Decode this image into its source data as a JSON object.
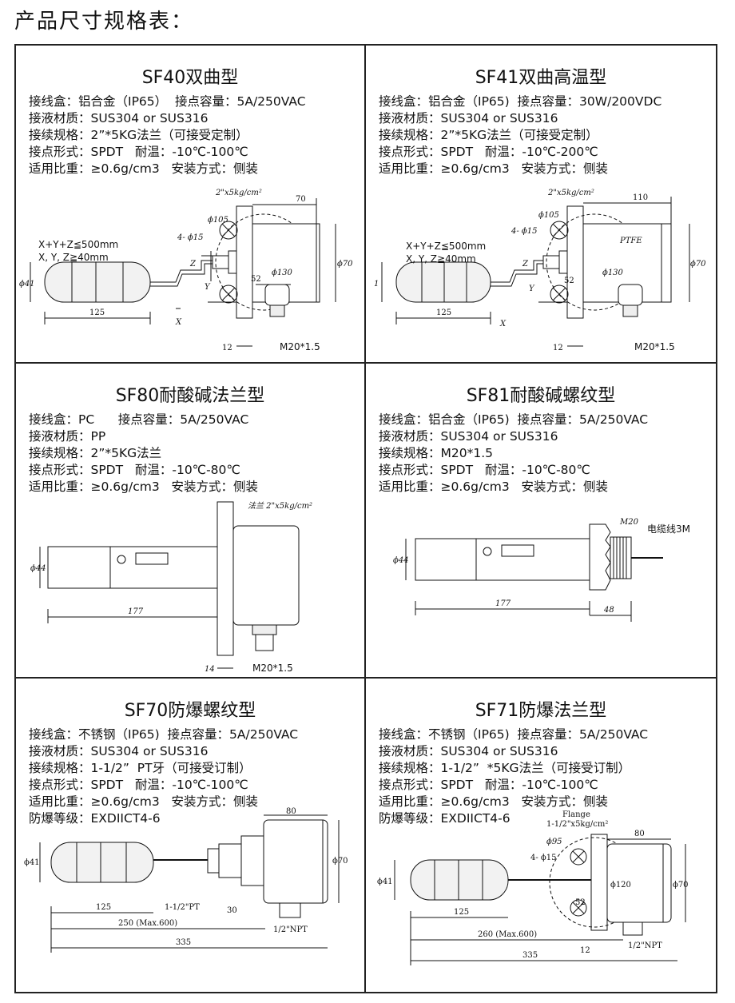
{
  "page_title": "产品尺寸规格表：",
  "cells": [
    {
      "title": "SF40双曲型",
      "specs": [
        "接线盒：铝合金（IP65）  接点容量：5A/250VAC",
        "接液材质：SUS304 or SUS316",
        "接续规格：2”*5KG法兰（可接受定制）",
        "接点形式：SPDT   耐温：-10℃-100℃",
        "适用比重：≥0.6g/cm3   安装方式：侧装"
      ],
      "labels": {
        "flange": "2\"x5kg/cm²",
        "d105": "ϕ105",
        "d15": "4- ϕ15",
        "d130": "ϕ130",
        "d70": "ϕ70",
        "d41": "ϕ41",
        "len70": "70",
        "len52": "52",
        "len125": "125",
        "len12": "12",
        "thread": "M20*1.5",
        "z": "Z",
        "y": "Y",
        "x": "X",
        "xyz1": "X+Y+Z≦500mm",
        "xyz2": "X, Y, Z≧40mm"
      }
    },
    {
      "title": "SF41双曲高温型",
      "specs": [
        "接线盒：铝合金（IP65)  接点容量：30W/200VDC",
        "接液材质：SUS304 or SUS316",
        "接续规格：2”*5KG法兰（可接受定制）",
        "接点形式：SPDT   耐温：-10℃-200℃",
        "适用比重：≥0.6g/cm3   安装方式：侧装"
      ],
      "labels": {
        "flange": "2\"x5kg/cm²",
        "d105": "ϕ105",
        "d15": "4- ϕ15",
        "d130": "ϕ130",
        "d70": "ϕ70",
        "d1": "1",
        "len110": "110",
        "ptfe": "PTFE",
        "len52": "52",
        "len125": "125",
        "len12": "12",
        "thread": "M20*1.5",
        "z": "Z",
        "y": "Y",
        "x": "X",
        "xyz1": "X+Y+Z≦500mm",
        "xyz2": "X, Y, Z≧40mm"
      }
    },
    {
      "title": "SF80耐酸碱法兰型",
      "specs": [
        "接线盒：PC      接点容量：5A/250VAC",
        "接液材质：PP",
        "接续规格：2”*5KG法兰",
        "接点形式：SPDT   耐温：-10℃-80℃",
        "适用比重：≥0.6g/cm3   安装方式：侧装"
      ],
      "labels": {
        "flange": "法兰 2\"x5kg/cm²",
        "d44": "ϕ44",
        "len177": "177",
        "len14": "14",
        "thread": "M20*1.5"
      }
    },
    {
      "title": "SF81耐酸碱螺纹型",
      "specs": [
        "接线盒：铝合金（IP65)  接点容量：5A/250VAC",
        "接液材质：SUS304 or SUS316",
        "接续规格：M20*1.5",
        "接点形式：SPDT   耐温：-10℃-80℃",
        "适用比重：≥0.6g/cm3   安装方式：侧装"
      ],
      "labels": {
        "m20": "M20",
        "cable": "电缆线3M",
        "d44": "ϕ44",
        "len177": "177",
        "len48": "48"
      }
    },
    {
      "title": "SF70防爆螺纹型",
      "specs": [
        "接线盒：不锈钢（IP65)  接点容量：5A/250VAC",
        "接液材质：SUS304 or SUS316",
        "接续规格：1-1/2”  PT牙（可接受订制）",
        "接点形式：SPDT   耐温：-10℃-100℃",
        "适用比重：≥0.6g/cm3   安装方式：侧装",
        "防爆等级：EXDIICT4-6"
      ],
      "labels": {
        "d41": "ϕ41",
        "d70": "ϕ70",
        "len80": "80",
        "len125": "125",
        "pt": "1-1/2\"PT",
        "len30": "30",
        "len250": "250 (Max.600)",
        "npt": "1/2\"NPT",
        "len335": "335"
      }
    },
    {
      "title": "SF71防爆法兰型",
      "specs": [
        "接线盒：不锈钢（IP65)  接点容量：5A/250VAC",
        "接液材质：SUS304 or SUS316",
        "接续规格：1-1/2”  *5KG法兰（可接受订制）",
        "接点形式：SPDT   耐温：-10℃-100℃",
        "适用比重：≥0.6g/cm3   安装方式：侧装",
        "防爆等级：EXDIICT4-6"
      ],
      "labels": {
        "flange1": "Flange",
        "flange2": "1-1/2\"x5kg/cm²",
        "d95": "ϕ95",
        "d15": "4- ϕ15",
        "d41": "ϕ41",
        "d120": "ϕ120",
        "d70": "ϕ70",
        "len80": "80",
        "len52": "52",
        "len125": "125",
        "len260": "260 (Max.600)",
        "len12": "12",
        "npt": "1/2\"NPT",
        "len335": "335"
      }
    }
  ]
}
